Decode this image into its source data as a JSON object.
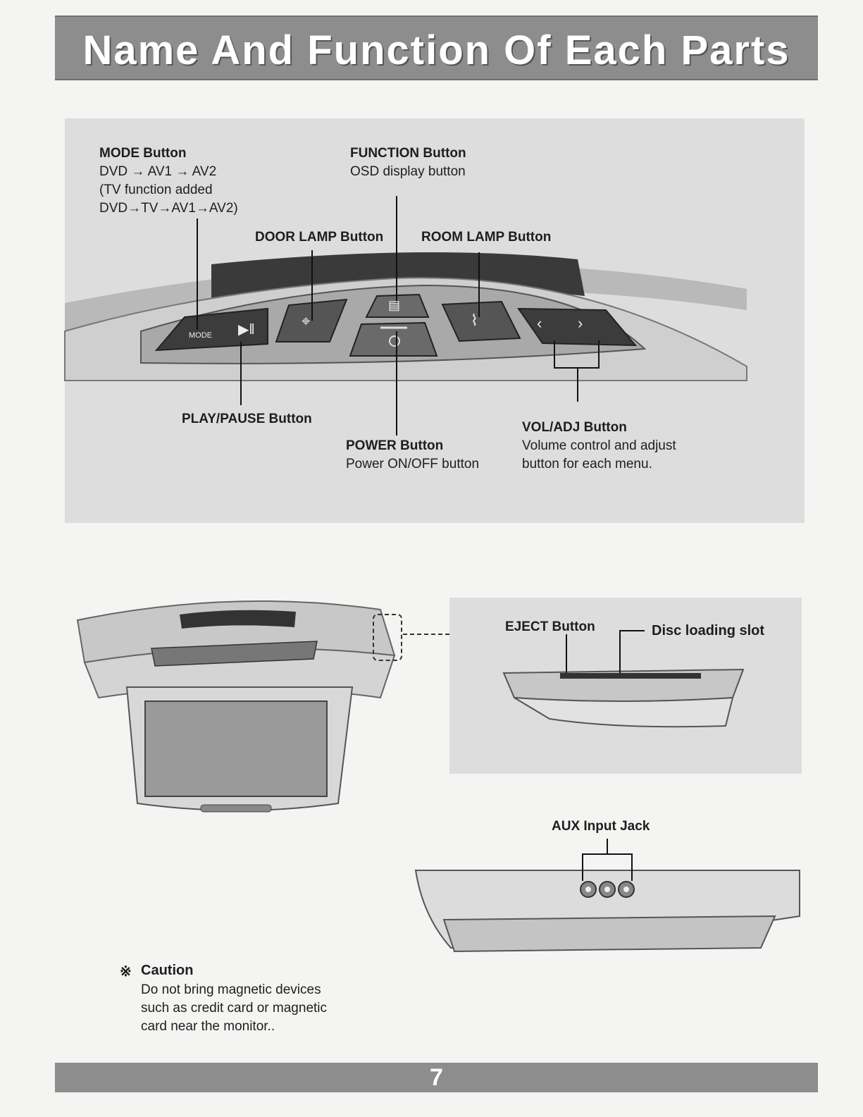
{
  "header": {
    "title": "Name And Function Of Each Parts"
  },
  "callouts": {
    "mode": {
      "title": "MODE Button",
      "desc": "DVD → AV1 → AV2\n(TV function added\nDVD→TV→AV1→AV2)"
    },
    "function": {
      "title": "FUNCTION Button",
      "desc": "OSD display button"
    },
    "door_lamp": {
      "title": "DOOR LAMP Button"
    },
    "room_lamp": {
      "title": "ROOM LAMP Button"
    },
    "play_pause": {
      "title": "PLAY/PAUSE Button"
    },
    "power": {
      "title": "POWER Button",
      "desc": "Power ON/OFF button"
    },
    "vol_adj": {
      "title": "VOL/ADJ Button",
      "desc": "Volume control and adjust\nbutton for each menu."
    },
    "eject": {
      "title": "EJECT Button"
    },
    "disc_slot": {
      "title": "Disc loading slot"
    },
    "aux": {
      "title": "AUX Input Jack"
    }
  },
  "panel_labels": {
    "mode_key": "MODE"
  },
  "caution": {
    "symbol": "※",
    "title": "Caution",
    "text": "Do not bring magnetic devices\nsuch as credit card or magnetic\ncard near the monitor.."
  },
  "footer": {
    "page_number": "7"
  }
}
